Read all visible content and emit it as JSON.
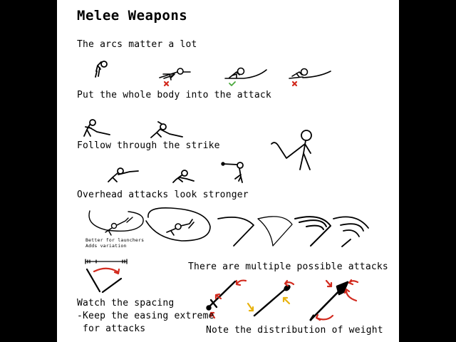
{
  "page": {
    "title": "Melee Weapons",
    "background": "#ffffff",
    "outer_background": "#000000"
  },
  "sections": [
    {
      "id": "arcs",
      "heading": "The arcs matter a lot"
    },
    {
      "id": "body",
      "heading": "Put the whole body into the attack"
    },
    {
      "id": "follow",
      "heading": "Follow through the strike"
    },
    {
      "id": "overhead",
      "heading": "Overhead attacks look stronger"
    },
    {
      "id": "multiple",
      "heading": "There are multiple possible attacks"
    },
    {
      "id": "spacing",
      "heading": "Watch the spacing",
      "notes": [
        "-Keep the easing extreme",
        " for attacks"
      ]
    },
    {
      "id": "weight",
      "heading": "Note the distribution of weight"
    }
  ],
  "overhead_notes": [
    "Better for launchers",
    "Adds variation"
  ],
  "marks": {
    "arc_pose_1": "cross-mark",
    "arc_pose_2": "check-mark",
    "arc_pose_3": "cross-mark"
  },
  "colors": {
    "ink": "#000000",
    "wrong": "#d22a1e",
    "right": "#4aa83c",
    "force_arrow": "#d22a1e",
    "counter_arrow": "#e8b20e"
  }
}
